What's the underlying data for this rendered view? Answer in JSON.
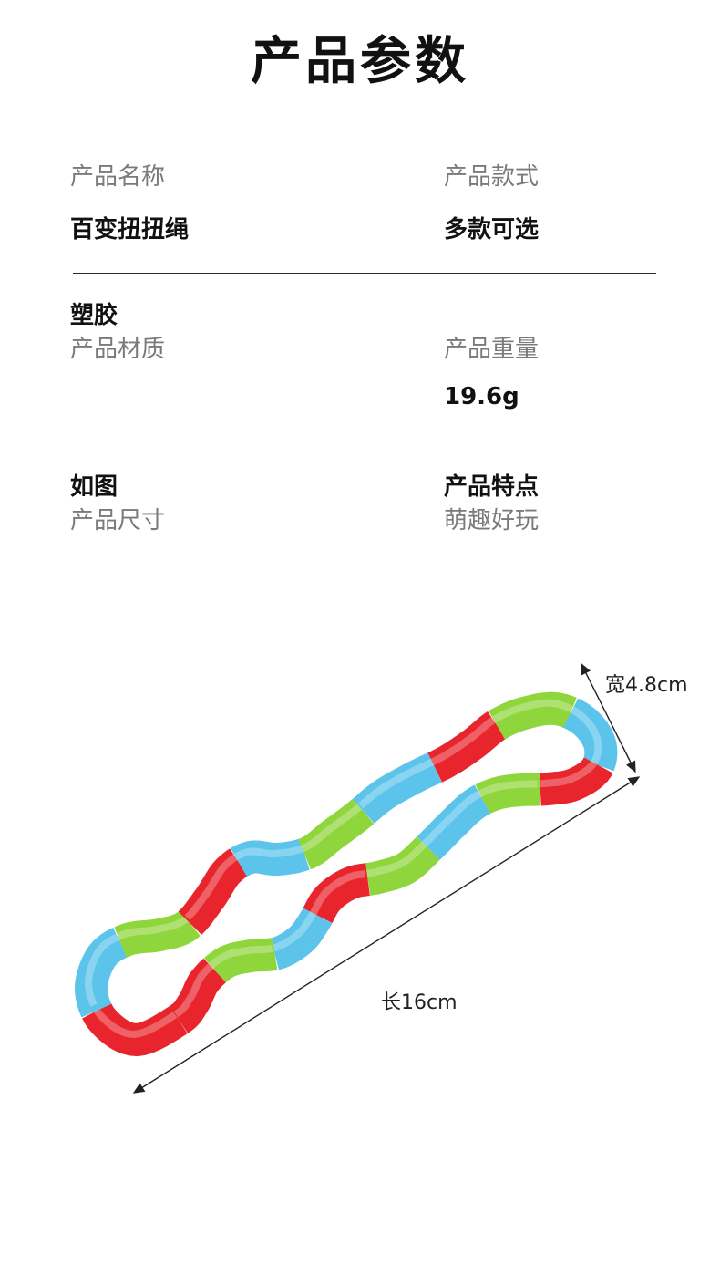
{
  "page": {
    "title": "产品参数"
  },
  "params": {
    "name_label": "产品名称",
    "name_value": "百变扭扭绳",
    "style_label": "产品款式",
    "style_value": "多款可选",
    "material_value": "塑胶",
    "material_label": "产品材质",
    "weight_label": "产品重量",
    "weight_value": "19.6g",
    "size_value": "如图",
    "size_label": "产品尺寸",
    "feature_label": "产品特点",
    "feature_value": "萌趣好玩"
  },
  "dimensions": {
    "width_label": "宽4.8cm",
    "length_label": "长16cm"
  },
  "colors": {
    "red": "#e8252c",
    "blue": "#5cc4ea",
    "green": "#8fd63c"
  }
}
